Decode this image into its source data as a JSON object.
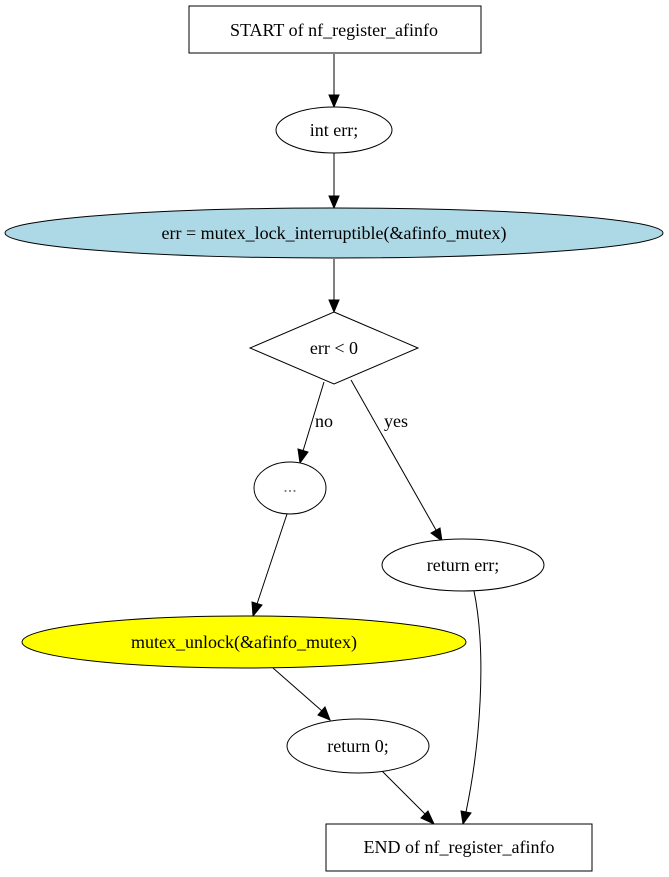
{
  "colors": {
    "background": "#ffffff",
    "default_fill": "#ffffff",
    "lightblue": "#add8e6",
    "yellow": "#ffff00",
    "ellipsis_text": "#808080"
  },
  "nodes": {
    "start": {
      "label": "START of nf_register_afinfo"
    },
    "decl": {
      "label": "int err;"
    },
    "lock": {
      "label": "err = mutex_lock_interruptible(&afinfo_mutex)"
    },
    "cond": {
      "label": "err < 0"
    },
    "ellipsis": {
      "label": "..."
    },
    "ret_err": {
      "label": "return err;"
    },
    "unlock": {
      "label": "mutex_unlock(&afinfo_mutex)"
    },
    "ret0": {
      "label": "return 0;"
    },
    "end": {
      "label": "END of nf_register_afinfo"
    }
  },
  "edges": {
    "no": {
      "label": "no"
    },
    "yes": {
      "label": "yes"
    }
  }
}
